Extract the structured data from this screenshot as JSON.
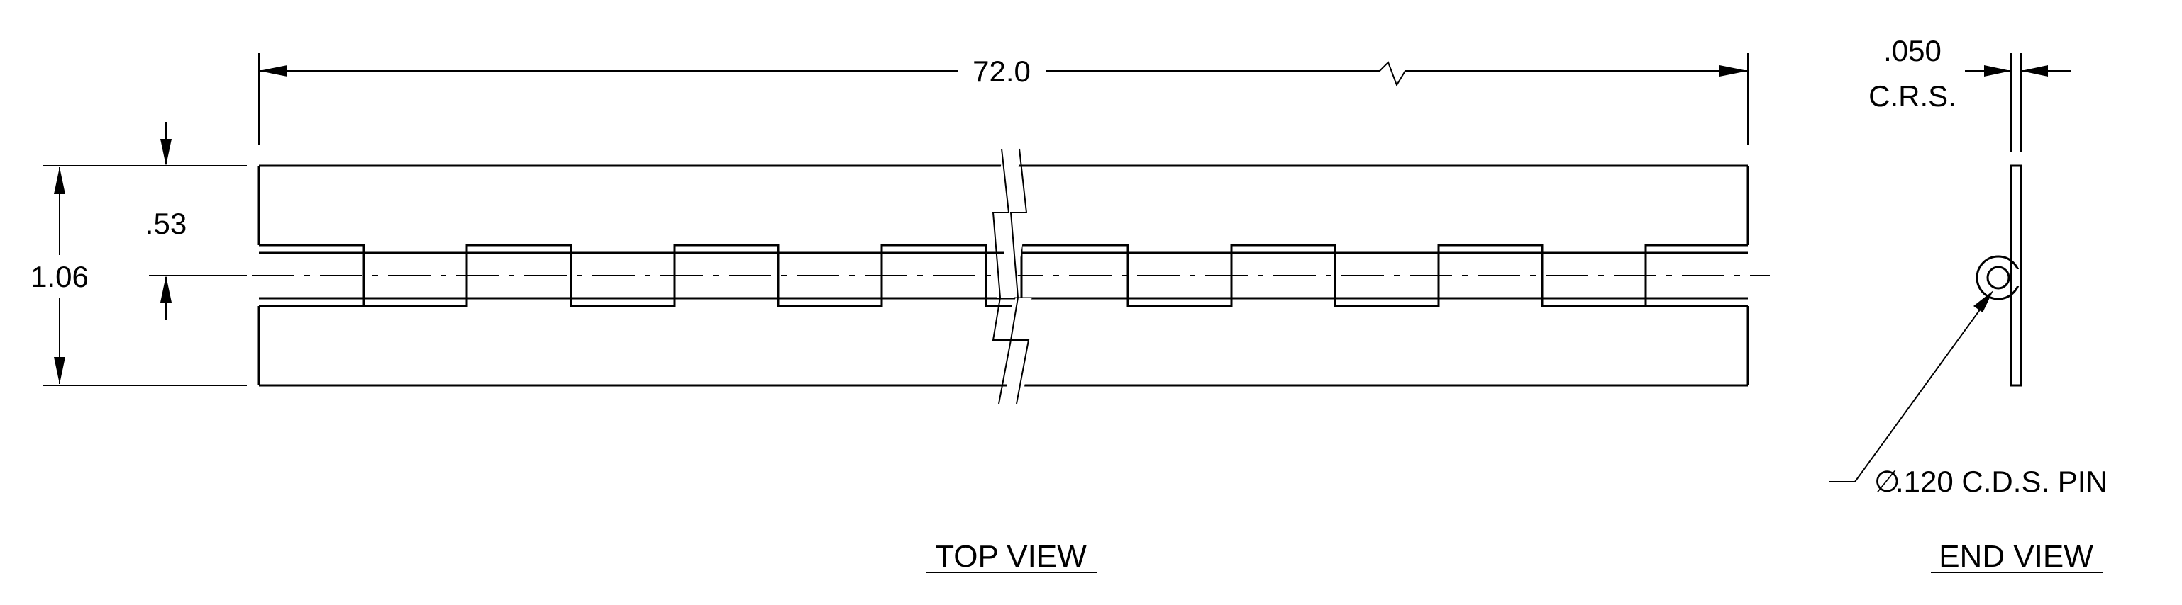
{
  "dimensions": {
    "length": "72.0",
    "width": "1.06",
    "half_width": ".53",
    "crs_value": ".050",
    "crs_label": "C.R.S.",
    "pin_symbol": "∅",
    "pin_label": ".120 C.D.S. PIN"
  },
  "views": {
    "top": "TOP VIEW",
    "end": "END VIEW"
  },
  "colors": {
    "line": "#000000",
    "background": "#ffffff"
  }
}
